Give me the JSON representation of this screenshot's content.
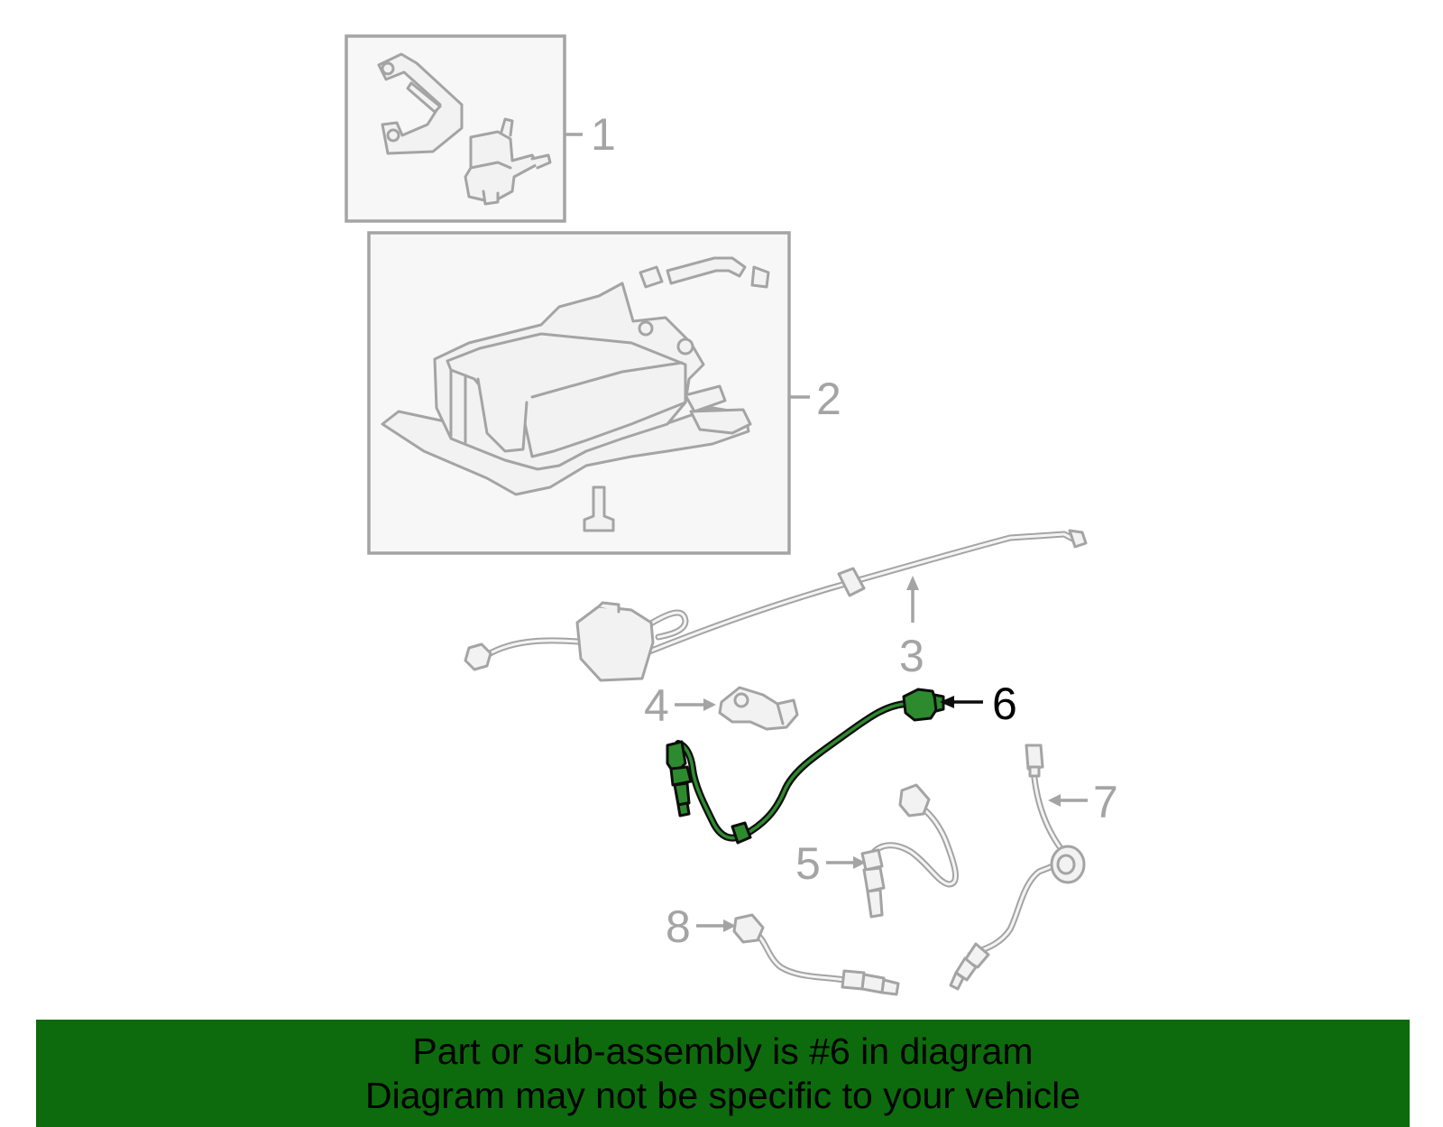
{
  "callouts": {
    "c1": "1",
    "c2": "2",
    "c3": "3",
    "c4": "4",
    "c5": "5",
    "c6": "6",
    "c7": "7",
    "c8": "8"
  },
  "highlighted_part": "6",
  "banner": {
    "line1": "Part or sub-assembly is #6 in diagram",
    "line2": "Diagram may not be specific to your vehicle"
  },
  "colors": {
    "banner_bg": "#0d6b0d",
    "highlight_fill": "#2e8a2e",
    "part_outline": "#a4a4a4",
    "highlight_outline": "#0d0d0d"
  }
}
